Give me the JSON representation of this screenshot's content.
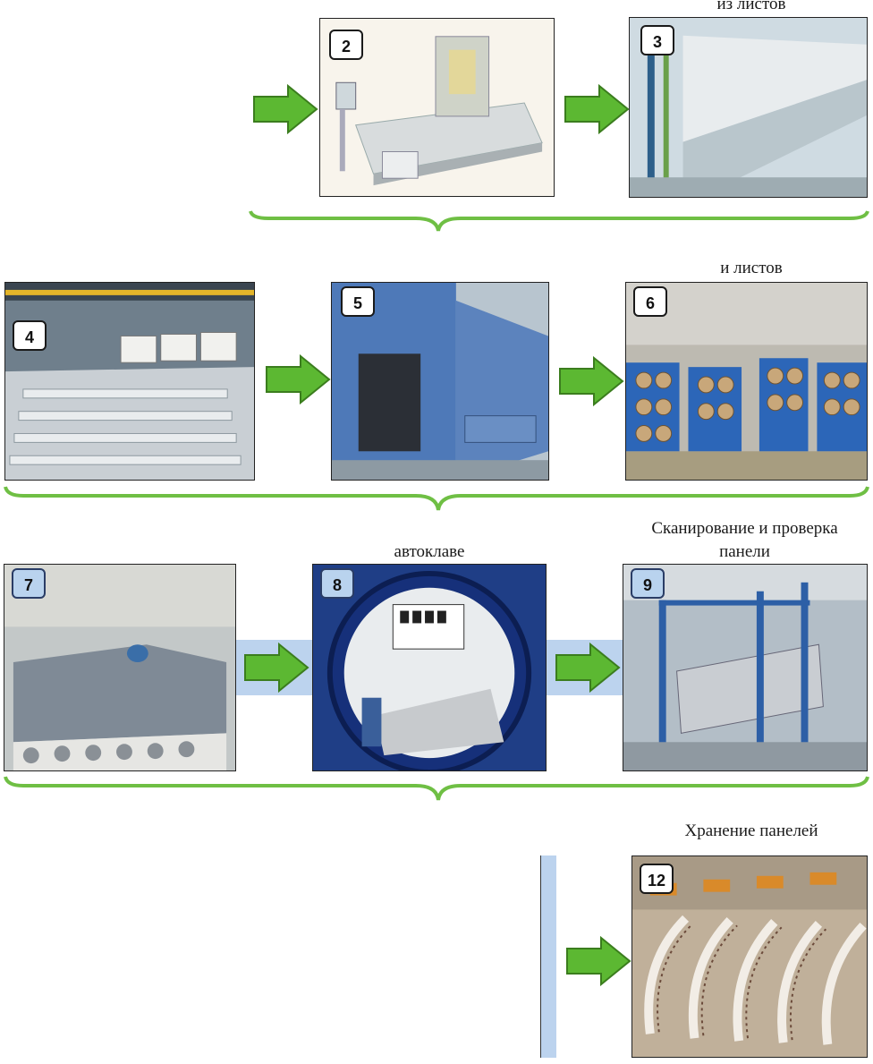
{
  "steps": {
    "s2": {
      "number": "2",
      "caption": ""
    },
    "s3": {
      "number": "3",
      "caption": "из листов"
    },
    "s4": {
      "number": "4",
      "caption": ""
    },
    "s5": {
      "number": "5",
      "caption": ""
    },
    "s6": {
      "number": "6",
      "caption": "и листов"
    },
    "s7": {
      "number": "7",
      "caption": ""
    },
    "s8": {
      "number": "8",
      "caption": "автоклаве"
    },
    "s9": {
      "number": "9",
      "caption_line1": "Сканирование и проверка",
      "caption_line2": "панели"
    },
    "s12": {
      "number": "12",
      "caption": "Хранение панелей"
    }
  },
  "colors": {
    "arrow_fill": "#5cb832",
    "arrow_stroke": "#3b7d1e",
    "brace": "#6fbf44",
    "band": "#bcd3ee",
    "badge_blue": "#b9d3ee"
  },
  "icons": {
    "arrow": "right-arrow-icon",
    "brace": "curly-brace-icon"
  }
}
